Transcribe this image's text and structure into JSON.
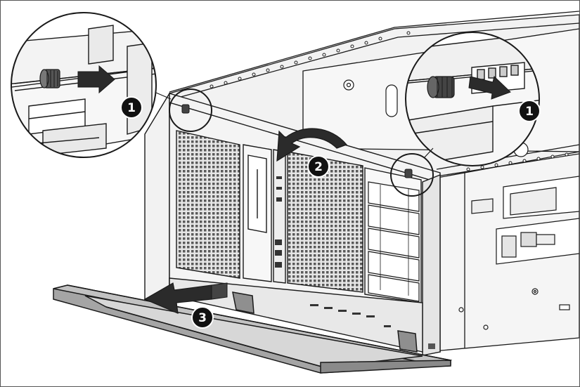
{
  "steps": [
    {
      "number": "1",
      "action": "loosen-left-thumbscrew"
    },
    {
      "number": "1",
      "action": "loosen-right-thumbscrew"
    },
    {
      "number": "2",
      "action": "rotate-bezel-down"
    },
    {
      "number": "3",
      "action": "pull-bezel-out"
    }
  ],
  "colors": {
    "line": "#1a1a1a",
    "chassis_fill": "#f4f4f4",
    "vent_fill": "#d9d9d9",
    "bezel_fill": "#9a9a9a",
    "bezel_top": "#bdbdbd",
    "arrow_fill": "#2b2b2b",
    "badge_fill": "#111111",
    "badge_text": "#ffffff"
  },
  "icons": [
    "thumbscrew-icon",
    "arrow-right-icon",
    "curved-arrow-icon",
    "arrow-left-icon"
  ]
}
